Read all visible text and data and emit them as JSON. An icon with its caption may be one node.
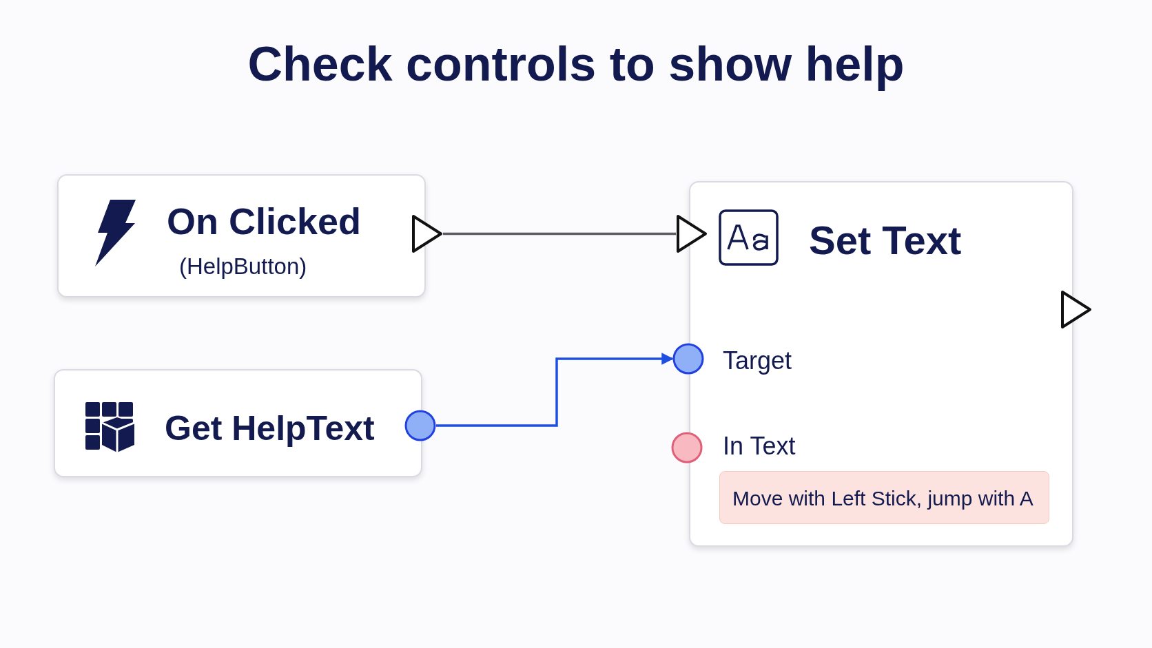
{
  "diagram": {
    "title": "Check controls to show help",
    "nodes": [
      {
        "text": [
          "On Clicked",
          "(HelpButton)"
        ]
      },
      {
        "text": [],
        "shape": "triangle"
      },
      {
        "text": [
          "Get HelpText"
        ]
      },
      {
        "text": [],
        "shape": "circle"
      },
      {
        "text": [
          "Set Text"
        ]
      },
      {
        "text": [],
        "shape": "triangle"
      },
      {
        "text": [],
        "shape": "triangle"
      },
      {
        "text": [],
        "shape": "circle"
      },
      {
        "text": [],
        "shape": "circle"
      },
      {
        "text": [
          "Move with Left Stick, jump with A"
        ],
        "in": 4
      }
    ],
    "edges": [
      {
        "from": 1,
        "to": 5,
        "arrow": "none",
        "color": "#5b5b68"
      },
      {
        "from": 3,
        "to": 7,
        "arrow": "to",
        "color": "#1f4fe0"
      }
    ],
    "labels": [
      "Target",
      "In Text"
    ]
  }
}
